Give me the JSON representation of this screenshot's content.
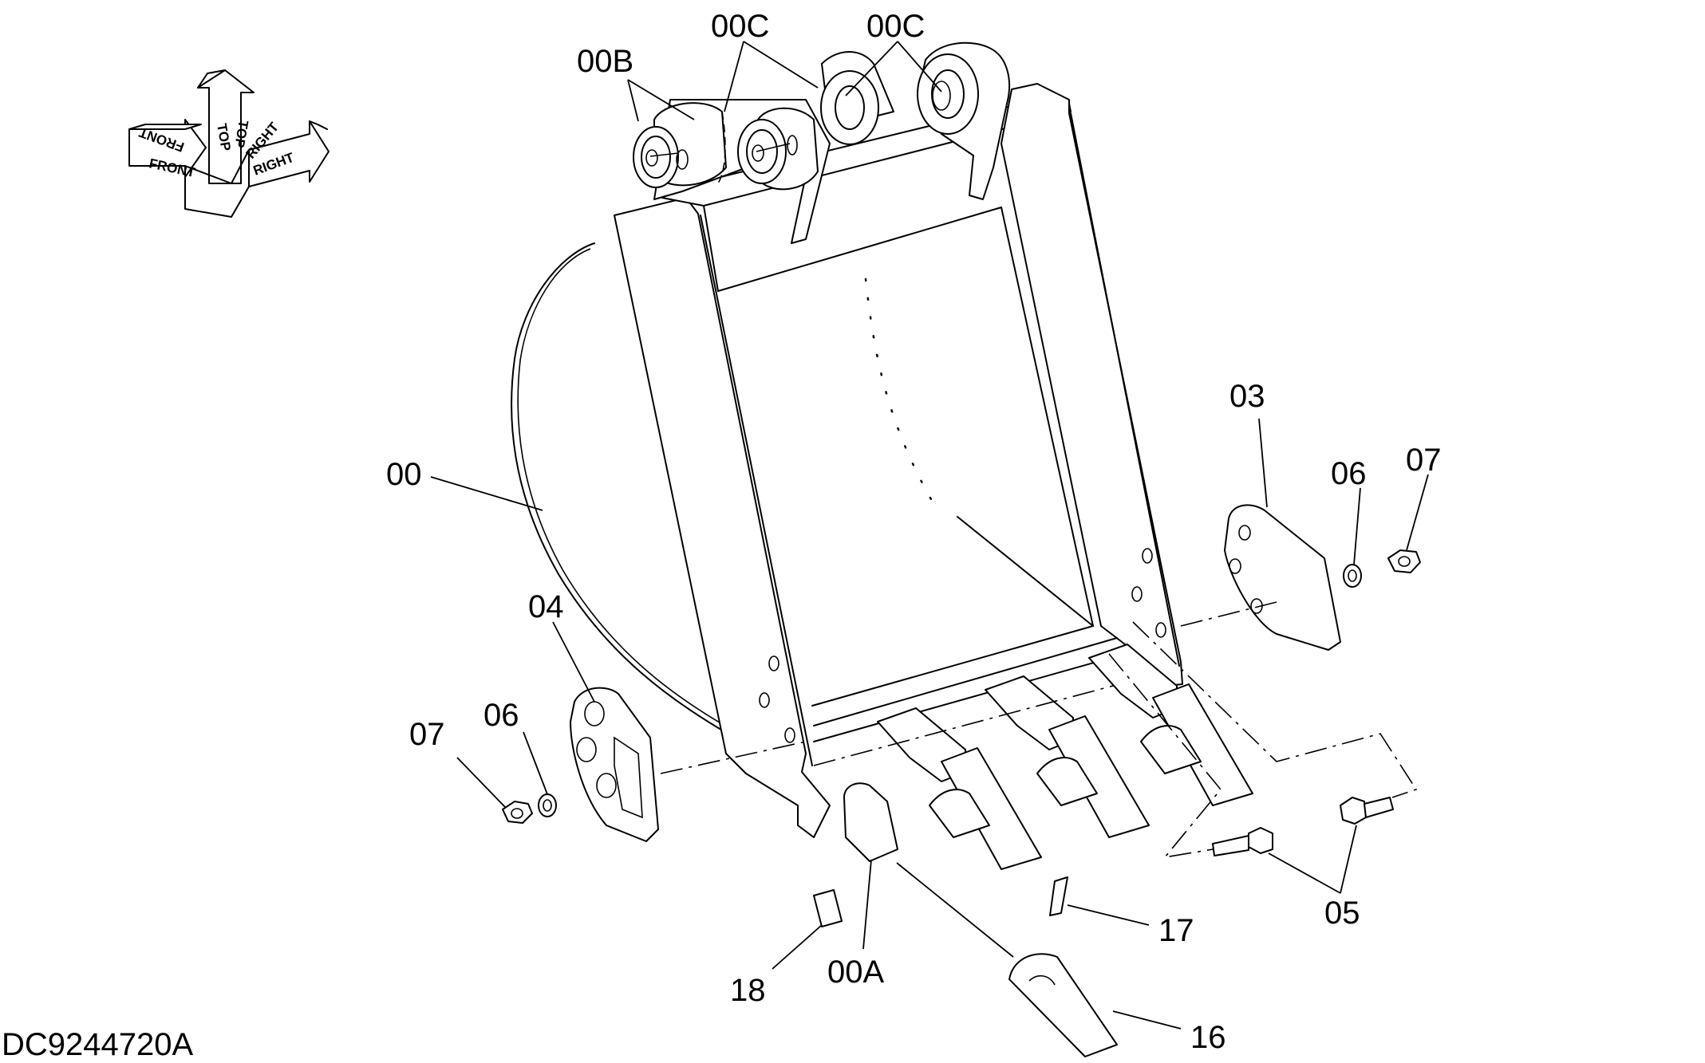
{
  "drawing_code": "DC9244720A",
  "orientation": {
    "front": "FRONT",
    "top": "TOP",
    "right": "RIGHT"
  },
  "callouts": {
    "c00": "00",
    "c00A": "00A",
    "c00B": "00B",
    "c00C_left": "00C",
    "c00C_right": "00C",
    "c03": "03",
    "c04": "04",
    "c05": "05",
    "c06_left": "06",
    "c06_right": "06",
    "c07_left": "07",
    "c07_right": "07",
    "c16": "16",
    "c17": "17",
    "c18": "18"
  }
}
